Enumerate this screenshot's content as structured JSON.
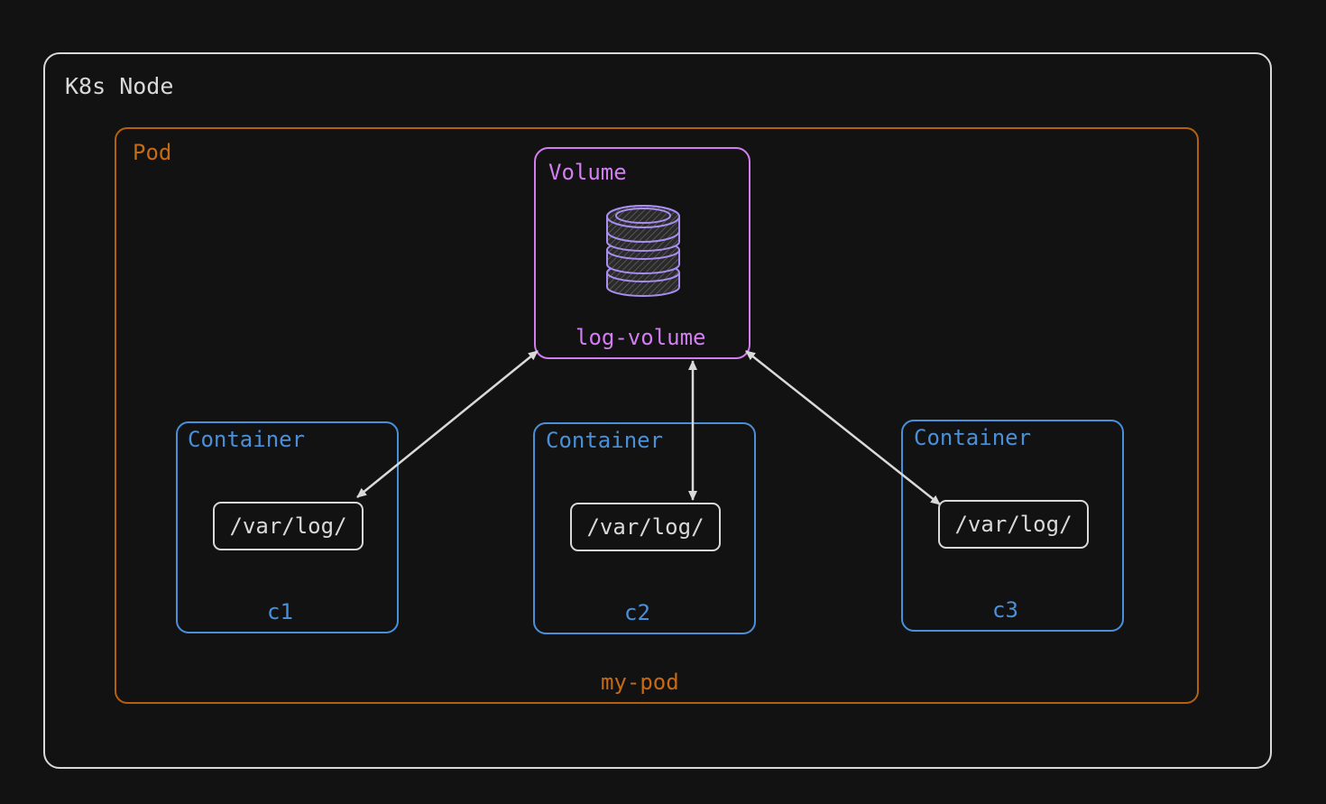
{
  "node": {
    "label": "K8s Node"
  },
  "pod": {
    "label": "Pod",
    "name": "my-pod"
  },
  "volume": {
    "label": "Volume",
    "name": "log-volume",
    "icon": "database-icon"
  },
  "containers": [
    {
      "label": "Container",
      "path": "/var/log/",
      "name": "c1"
    },
    {
      "label": "Container",
      "path": "/var/log/",
      "name": "c2"
    },
    {
      "label": "Container",
      "path": "/var/log/",
      "name": "c3"
    }
  ],
  "colors": {
    "background": "#121212",
    "node": "#d9d9d9",
    "pod": "#c76a14",
    "volume": "#d37ef0",
    "container": "#4a90d9",
    "path": "#d9d9d9",
    "arrow": "#d9d9d9"
  }
}
